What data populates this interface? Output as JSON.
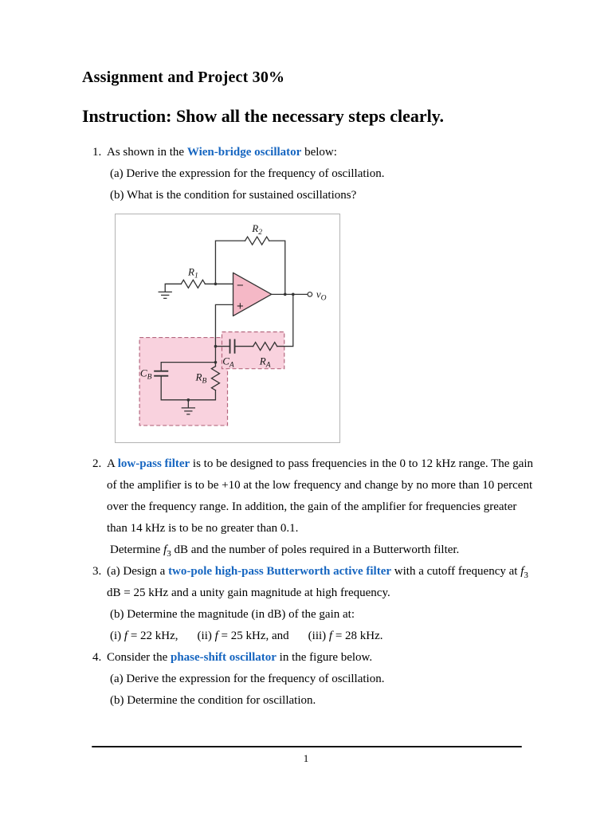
{
  "doc": {
    "title": "Assignment and Project 30%",
    "instruction": "Instruction: Show all the necessary steps clearly.",
    "page_number": "1"
  },
  "q1": {
    "num": "1.",
    "pre": "As shown in the ",
    "keyword": "Wien-bridge oscillator",
    "post": " below:",
    "part_a": "(a) Derive the expression for the frequency of oscillation.",
    "part_b": "(b) What is the condition for sustained oscillations?"
  },
  "q2": {
    "num": "2.",
    "pre": "A ",
    "keyword": "low-pass filter",
    "line1_rest": " is to be designed to pass frequencies in the 0 to 12 kHz range. The gain",
    "line2": "of the amplifier is to be +10 at the low frequency and change by no more than 10 percent",
    "line3": "over the frequency range. In addition, the gain of the amplifier for frequencies greater",
    "line4": "than 14 kHz is to be no greater than 0.1.",
    "det_pre": "Determine ",
    "det_f": "f",
    "det_sub": "3",
    "det_post": " dB and the number of poles required in a Butterworth filter."
  },
  "q3": {
    "num": "3.",
    "a_pre": "(a) Design a ",
    "a_keyword": "two-pole high-pass Butterworth active filter",
    "a_mid": " with a cutoff frequency at ",
    "a_f": "f",
    "a_f_sub": "3",
    "a_line2": "dB = 25 kHz and a unity gain magnitude at high frequency.",
    "part_b": "(b) Determine the magnitude (in dB) of the gain at:",
    "cases": [
      {
        "pre": "(i) ",
        "f": "f",
        "post": " = 22 kHz,"
      },
      {
        "pre": "(ii) ",
        "f": "f",
        "post": " = 25 kHz, and"
      },
      {
        "pre": "(iii) ",
        "f": "f",
        "post": " = 28 kHz."
      }
    ]
  },
  "q4": {
    "num": "4.",
    "pre": "Consider the ",
    "keyword": "phase-shift oscillator",
    "post": " in the figure below.",
    "part_a": "(a) Derive the expression for the frequency of oscillation.",
    "part_b": "(b) Determine the condition for oscillation."
  },
  "figure": {
    "r1": "R",
    "r1_sub": "1",
    "r2": "R",
    "r2_sub": "2",
    "ra": "R",
    "ra_sub": "A",
    "rb": "R",
    "rb_sub": "B",
    "ca": "C",
    "ca_sub": "A",
    "cb": "C",
    "cb_sub": "B",
    "vout": "v",
    "vout_sub": "O",
    "opamp_minus": "−",
    "opamp_plus": "+"
  },
  "colors": {
    "keyword_blue": "#1565c0",
    "opamp_fill": "#f5b8c6",
    "network_fill": "#f9d2de",
    "network_border": "#b5687f",
    "wire": "#333333"
  }
}
